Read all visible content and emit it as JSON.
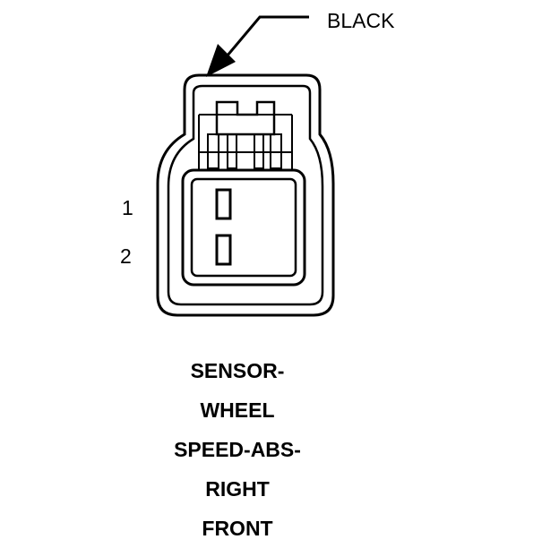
{
  "connector": {
    "color_label": "BLACK",
    "pins": [
      "1",
      "2"
    ],
    "title_lines": [
      "SENSOR-",
      "WHEEL",
      "SPEED-ABS-",
      "RIGHT",
      "FRONT"
    ]
  },
  "colors": {
    "line": "#000000",
    "background": "#ffffff"
  }
}
